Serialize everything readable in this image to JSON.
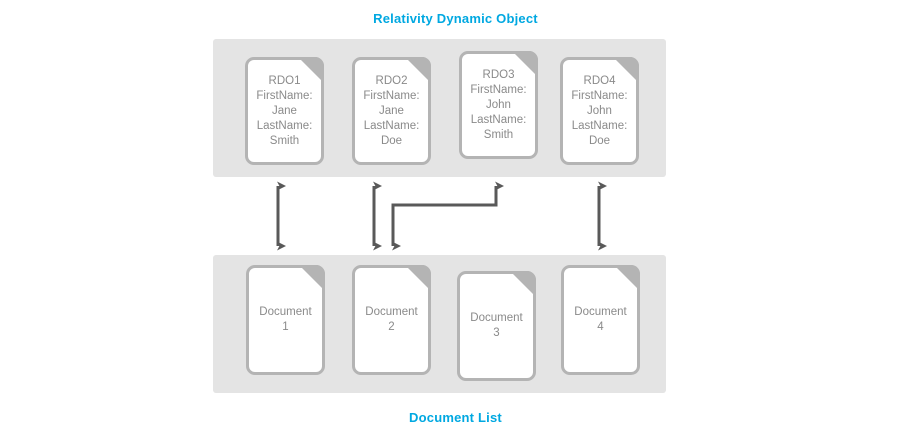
{
  "diagram": {
    "top_label": "Relativity Dynamic Object",
    "bottom_label": "Document List",
    "accent_color": "#00a8e1",
    "band_color": "#e4e4e4",
    "card_border_color": "#b4b4b4",
    "card_text_color": "#8a8a8a",
    "arrow_color": "#595959"
  },
  "rdo_objects": [
    {
      "id": "RDO1",
      "first_name_label": "FirstName:",
      "first_name": "Jane",
      "last_name_label": "LastName:",
      "last_name": "Smith",
      "text": "RDO1\nFirstName:\nJane\nLastName:\nSmith"
    },
    {
      "id": "RDO2",
      "first_name_label": "FirstName:",
      "first_name": "Jane",
      "last_name_label": "LastName:",
      "last_name": "Doe",
      "text": "RDO2\nFirstName:\nJane\nLastName:\nDoe"
    },
    {
      "id": "RDO3",
      "first_name_label": "FirstName:",
      "first_name": "John",
      "last_name_label": "LastName:",
      "last_name": "Smith",
      "text": "RDO3\nFirstName:\nJohn\nLastName:\nSmith"
    },
    {
      "id": "RDO4",
      "first_name_label": "FirstName:",
      "first_name": "John",
      "last_name_label": "LastName:",
      "last_name": "Doe",
      "text": "RDO4\nFirstName:\nJohn\nLastName:\nDoe"
    }
  ],
  "documents": [
    {
      "name": "Document",
      "number": "1",
      "text": "Document\n1"
    },
    {
      "name": "Document",
      "number": "2",
      "text": "Document\n2"
    },
    {
      "name": "Document",
      "number": "3",
      "text": "Document\n3"
    },
    {
      "name": "Document",
      "number": "4",
      "text": "Document\n4"
    }
  ],
  "connections": [
    {
      "from": "RDO1",
      "to": "Document 1",
      "type": "bidirectional"
    },
    {
      "from": "RDO2",
      "to": "Document 2",
      "type": "bidirectional"
    },
    {
      "from": "RDO3",
      "to": "Document 2",
      "type": "elbow-down"
    },
    {
      "from": "RDO4",
      "to": "Document 4",
      "type": "bidirectional"
    }
  ]
}
